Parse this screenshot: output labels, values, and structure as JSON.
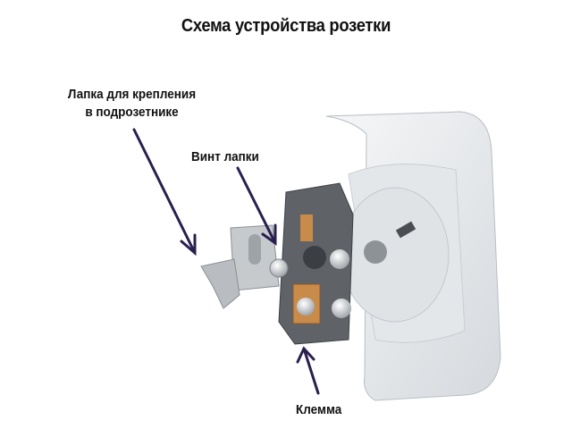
{
  "title": "Схема устройства розетки",
  "labels": {
    "mounting_tab_line1": "Лапка для крепления",
    "mounting_tab_line2": "в подрозетнике",
    "tab_screw": "Винт лапки",
    "terminal": "Клемма"
  },
  "colors": {
    "arrow": "#2a1f4f",
    "text": "#111111",
    "cover": "#e9ecef",
    "housing": "#5f6266",
    "brass": "#c98b4a"
  }
}
